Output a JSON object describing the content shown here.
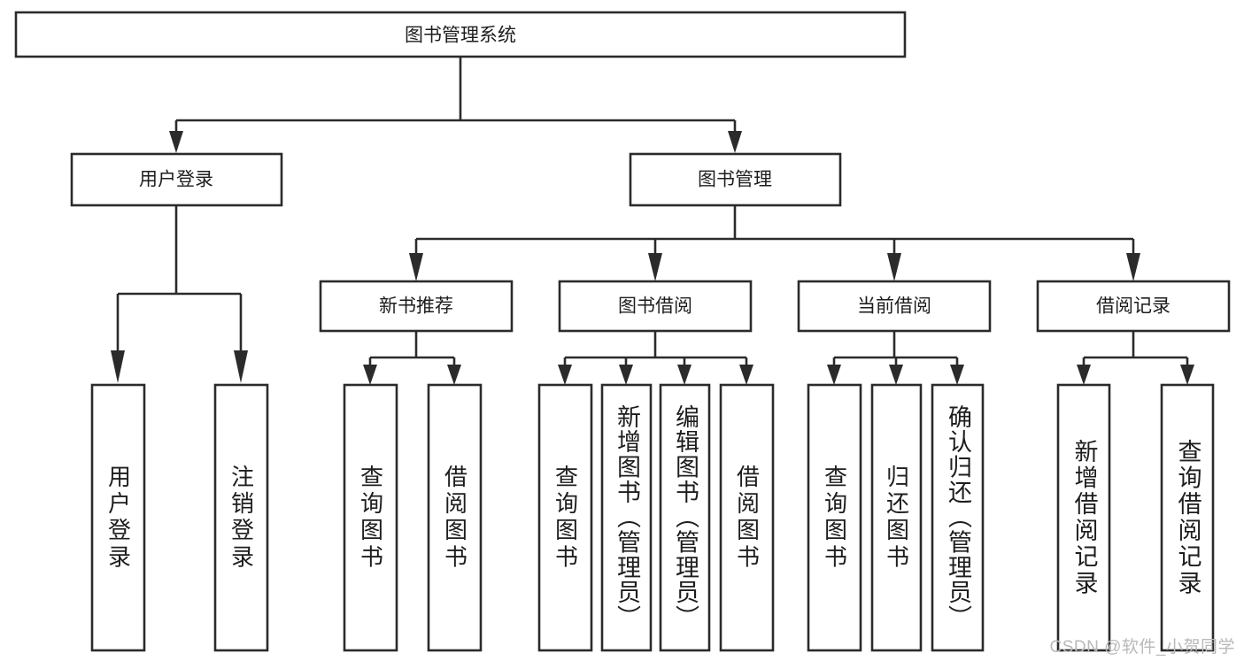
{
  "diagram": {
    "type": "tree",
    "title": "图书管理系统",
    "orientation": "top-down",
    "style": {
      "background": "#ffffff",
      "node_fill": "#ffffff",
      "node_stroke": "#2b2b2b",
      "text_color": "#1d1d1d",
      "watermark_color": "#b9b9b9"
    },
    "root": {
      "id": "root",
      "label": "图书管理系统"
    },
    "level2": [
      {
        "id": "user-login",
        "label": "用户登录"
      },
      {
        "id": "book-manage",
        "label": "图书管理"
      }
    ],
    "level3": [
      {
        "id": "new-book-rec",
        "label": "新书推荐",
        "parent": "book-manage"
      },
      {
        "id": "book-borrow",
        "label": "图书借阅",
        "parent": "book-manage"
      },
      {
        "id": "current-borrow",
        "label": "当前借阅",
        "parent": "book-manage"
      },
      {
        "id": "borrow-record",
        "label": "借阅记录",
        "parent": "book-manage"
      }
    ],
    "leaves": [
      {
        "id": "leaf-user-login",
        "label": "用户登录",
        "parent": "user-login"
      },
      {
        "id": "leaf-logout-login",
        "label": "注销登录",
        "parent": "user-login"
      },
      {
        "id": "leaf-query-book-rec",
        "label": "查询图书",
        "parent": "new-book-rec"
      },
      {
        "id": "leaf-borrow-book-rec",
        "label": "借阅图书",
        "parent": "new-book-rec"
      },
      {
        "id": "leaf-query-book-borrow",
        "label": "查询图书",
        "parent": "book-borrow"
      },
      {
        "id": "leaf-add-book-admin",
        "label": "新增图书（管理员）",
        "parent": "book-borrow"
      },
      {
        "id": "leaf-edit-book-admin",
        "label": "编辑图书（管理员）",
        "parent": "book-borrow"
      },
      {
        "id": "leaf-borrow-book",
        "label": "借阅图书",
        "parent": "book-borrow"
      },
      {
        "id": "leaf-query-book-current",
        "label": "查询图书",
        "parent": "current-borrow"
      },
      {
        "id": "leaf-return-book",
        "label": "归还图书",
        "parent": "current-borrow"
      },
      {
        "id": "leaf-confirm-return-admin",
        "label": "确认归还（管理员）",
        "parent": "current-borrow"
      },
      {
        "id": "leaf-add-borrow-record",
        "label": "新增借阅记录",
        "parent": "borrow-record"
      },
      {
        "id": "leaf-query-borrow-record",
        "label": "查询借阅记录",
        "parent": "borrow-record"
      }
    ]
  },
  "watermark": {
    "text": "CSDN @软件_小贺同学"
  }
}
